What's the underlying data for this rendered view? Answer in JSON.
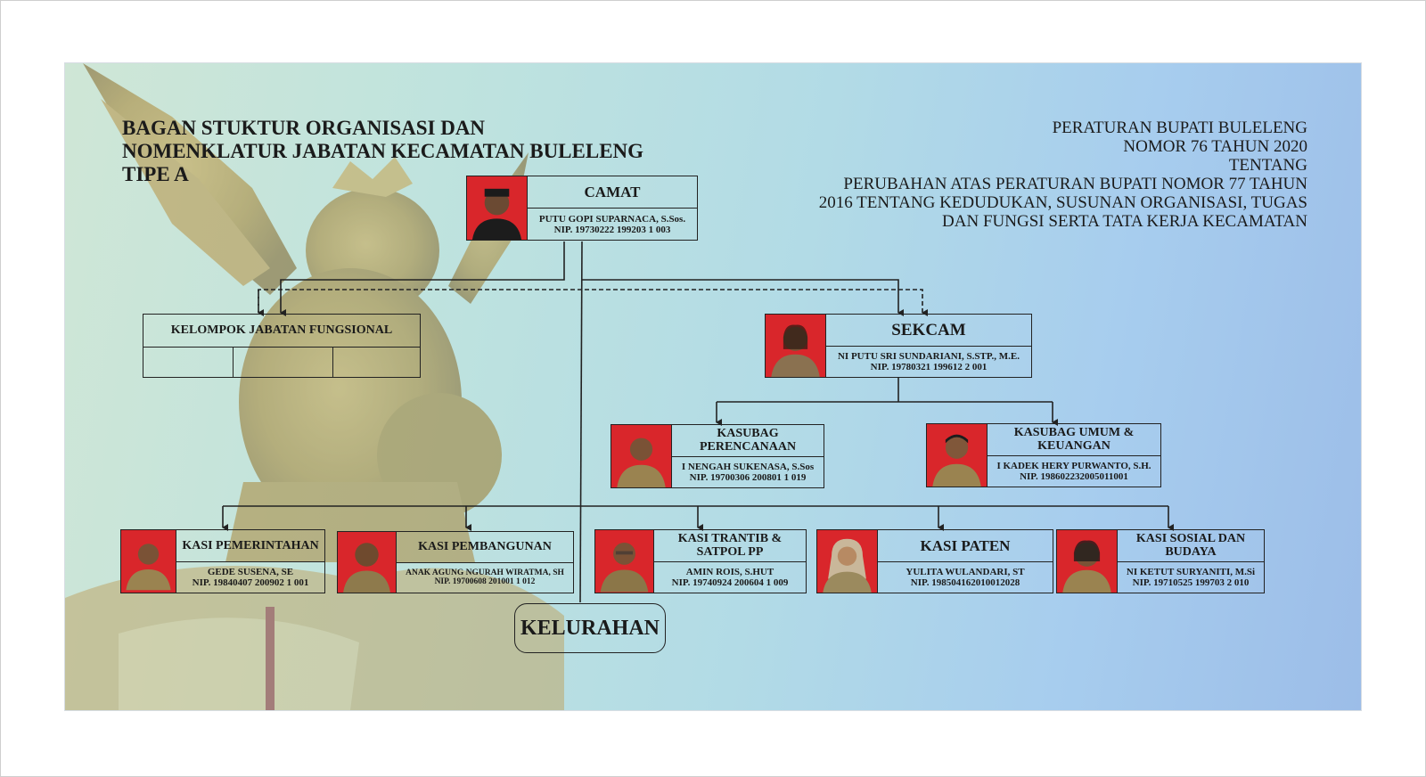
{
  "title_lines": [
    "BAGAN STUKTUR ORGANISASI DAN",
    "NOMENKLATUR JABATAN KECAMATAN BULELENG",
    "TIPE A"
  ],
  "regulation_lines": [
    "PERATURAN BUPATI BULELENG",
    "NOMOR 76 TAHUN 2020",
    "TENTANG",
    "PERUBAHAN ATAS PERATURAN BUPATI NOMOR 77 TAHUN",
    "2016 TENTANG KEDUDUKAN, SUSUNAN ORGANISASI, TUGAS",
    "DAN FUNGSI SERTA TATA KERJA KECAMATAN"
  ],
  "camat": {
    "position": "CAMAT",
    "name": "PUTU GOPI SUPARNACA, S.Sos.",
    "nip": "NIP. 19730222 199203 1 003"
  },
  "kelompok_jabatan_fungsional": "KELOMPOK JABATAN FUNGSIONAL",
  "sekcam": {
    "position": "SEKCAM",
    "name": "NI PUTU SRI SUNDARIANI, S.STP., M.E.",
    "nip": "NIP. 19780321 199612 2 001"
  },
  "kasubag": [
    {
      "position": "KASUBAG PERENCANAAN",
      "name": "I NENGAH SUKENASA, S.Sos",
      "nip": "NIP. 19700306 200801 1 019"
    },
    {
      "position": "KASUBAG UMUM & KEUANGAN",
      "name": "I KADEK HERY PURWANTO, S.H.",
      "nip": "NIP. 198602232005011001"
    }
  ],
  "kasi": [
    {
      "position": "KASI PEMERINTAHAN",
      "name": "GEDE SUSENA, SE",
      "nip": "NIP. 19840407 200902 1 001"
    },
    {
      "position": "KASI PEMBANGUNAN",
      "name": "ANAK AGUNG NGURAH WIRATMA, SH",
      "nip": "NIP. 19700608 201001 1 012"
    },
    {
      "position": "KASI TRANTIB & SATPOL PP",
      "name": "AMIN ROIS, S.HUT",
      "nip": "NIP. 19740924 200604 1 009"
    },
    {
      "position": "KASI PATEN",
      "name": "YULITA WULANDARI, ST",
      "nip": "NIP. 198504162010012028"
    },
    {
      "position": "KASI SOSIAL DAN BUDAYA",
      "name": "NI KETUT SURYANITI, M.Si",
      "nip": "NIP. 19710525 199703 2 010"
    }
  ],
  "kelurahan": "KELURAHAN"
}
